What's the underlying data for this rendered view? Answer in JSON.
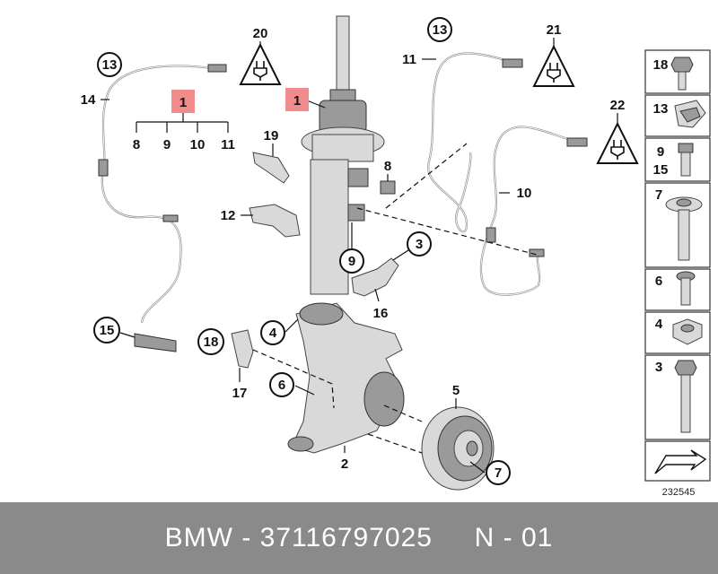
{
  "diagram": {
    "callouts": {
      "c1_red_top": "1",
      "c1_red_main": "1",
      "c1_sub_8": "8",
      "c1_sub_9": "9",
      "c1_sub_10": "10",
      "c1_sub_11": "11",
      "c13_left": "13",
      "c14": "14",
      "c20": "20",
      "c19": "19",
      "c12": "12",
      "c8": "8",
      "c9_circle": "9",
      "c3_circle": "3",
      "c16": "16",
      "c4_circle": "4",
      "c18_circle": "18",
      "c17": "17",
      "c6_circle": "6",
      "c15_circle": "15",
      "c2": "2",
      "c5": "5",
      "c7_circle": "7",
      "c13_right": "13",
      "c11": "11",
      "c21": "21",
      "c22": "22",
      "c10": "10"
    },
    "side_panel": [
      {
        "label": "18",
        "icon": "bolt-hex-icon"
      },
      {
        "label": "13",
        "icon": "clip-icon"
      },
      {
        "label": "9",
        "label2": "15",
        "icon": "screw-icon"
      },
      {
        "label": "7",
        "icon": "collar-bolt-icon"
      },
      {
        "label": "6",
        "icon": "torx-bolt-icon"
      },
      {
        "label": "4",
        "icon": "hex-nut-icon"
      },
      {
        "label": "3",
        "icon": "long-bolt-icon"
      }
    ],
    "figure_number": "232545"
  },
  "footer": {
    "text": "BMW - 37116797025     N - 01"
  },
  "colors": {
    "highlight_red": "#f08c8c",
    "footer_bg": "#8a8a8a",
    "footer_text": "#ffffff"
  }
}
